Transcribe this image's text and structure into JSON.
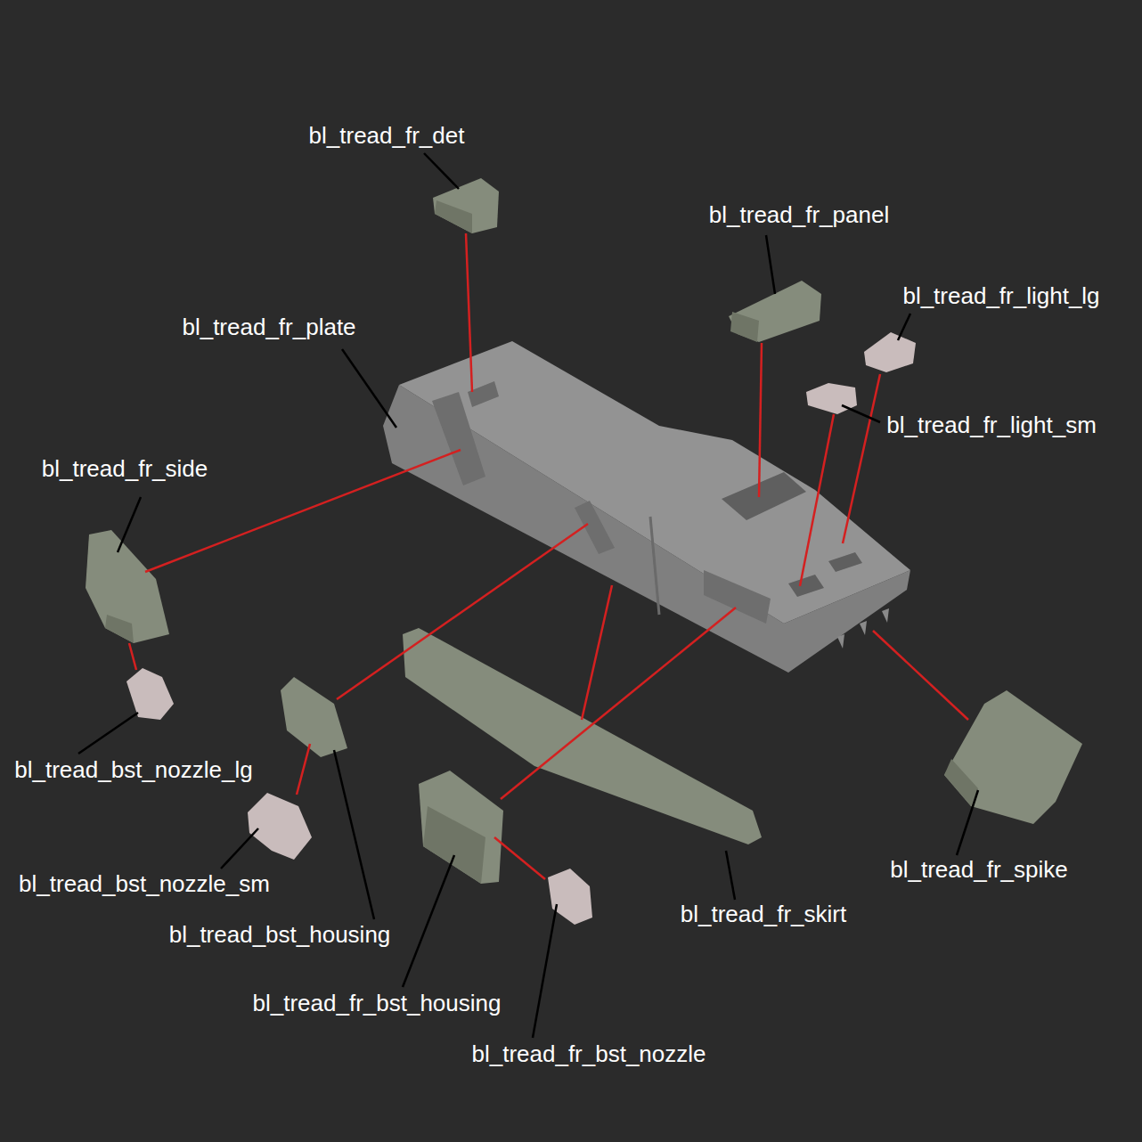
{
  "diagram": {
    "labels": [
      "bl_tread_fr_det",
      "bl_tread_fr_panel",
      "bl_tread_fr_light_lg",
      "bl_tread_fr_plate",
      "bl_tread_fr_light_sm",
      "bl_tread_fr_side",
      "bl_tread_bst_nozzle_lg",
      "bl_tread_fr_spike",
      "bl_tread_bst_nozzle_sm",
      "bl_tread_fr_skirt",
      "bl_tread_bst_housing",
      "bl_tread_fr_bst_housing",
      "bl_tread_fr_bst_nozzle"
    ]
  }
}
